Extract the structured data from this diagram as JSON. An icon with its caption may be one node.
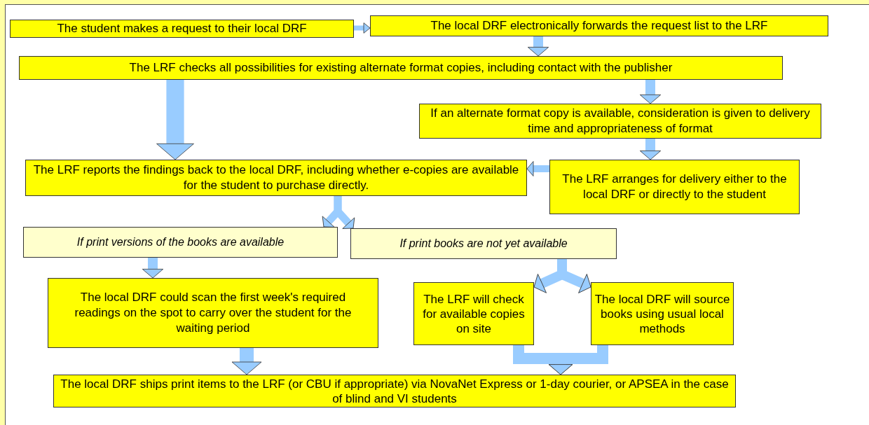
{
  "diagram": {
    "nodes": [
      {
        "text": [
          "The student makes a request to their local DRF"
        ]
      },
      {
        "text": [
          "The local DRF electronically forwards the request list to the LRF"
        ]
      },
      {
        "text": [
          "The LRF checks all possibilities for existing alternate format copies, including contact with the publisher"
        ]
      },
      {
        "text": [
          "If an alternate format copy is available, consideration is given to delivery time and appropriateness of format"
        ]
      },
      {
        "text": [
          "The LRF reports the findings back to the local DRF, including whether e-copies are available for the student to purchase directly."
        ]
      },
      {
        "text": [
          "The LRF arranges for delivery either to the local DRF or directly to the student"
        ]
      },
      {
        "text": [
          "If print versions of the books are available"
        ]
      },
      {
        "text": [
          "If print books are not yet available"
        ]
      },
      {
        "text": [
          "The local DRF could scan the first week's required readings on the spot to carry over the student for the waiting period"
        ]
      },
      {
        "text": [
          "The LRF will check for available copies on site"
        ]
      },
      {
        "text": [
          "The local DRF will source books using usual local methods"
        ]
      },
      {
        "text": [
          "The local DRF ships print items to the LRF (or CBU if appropriate) via NovaNet Express or 1-day courier, or APSEA in the case of blind and VI students"
        ]
      }
    ],
    "edges": [
      {
        "from": 0,
        "to": 1,
        "arrow": "to"
      },
      {
        "from": 1,
        "to": 2,
        "arrow": "to"
      },
      {
        "from": 2,
        "to": 4,
        "arrow": "to",
        "style": "thick"
      },
      {
        "from": 2,
        "to": 3,
        "arrow": "to"
      },
      {
        "from": 3,
        "to": 5,
        "arrow": "to"
      },
      {
        "from": 5,
        "to": 4,
        "arrow": "to"
      },
      {
        "from": 4,
        "to": 6,
        "arrow": "to"
      },
      {
        "from": 4,
        "to": 7,
        "arrow": "to"
      },
      {
        "from": 6,
        "to": 8,
        "arrow": "to"
      },
      {
        "from": 8,
        "to": 11,
        "arrow": "to"
      },
      {
        "from": 7,
        "to": 9,
        "arrow": "to"
      },
      {
        "from": 7,
        "to": 10,
        "arrow": "to"
      },
      {
        "from": 9,
        "to": 11,
        "arrow": "to"
      },
      {
        "from": 10,
        "to": 11,
        "arrow": "to"
      }
    ]
  }
}
